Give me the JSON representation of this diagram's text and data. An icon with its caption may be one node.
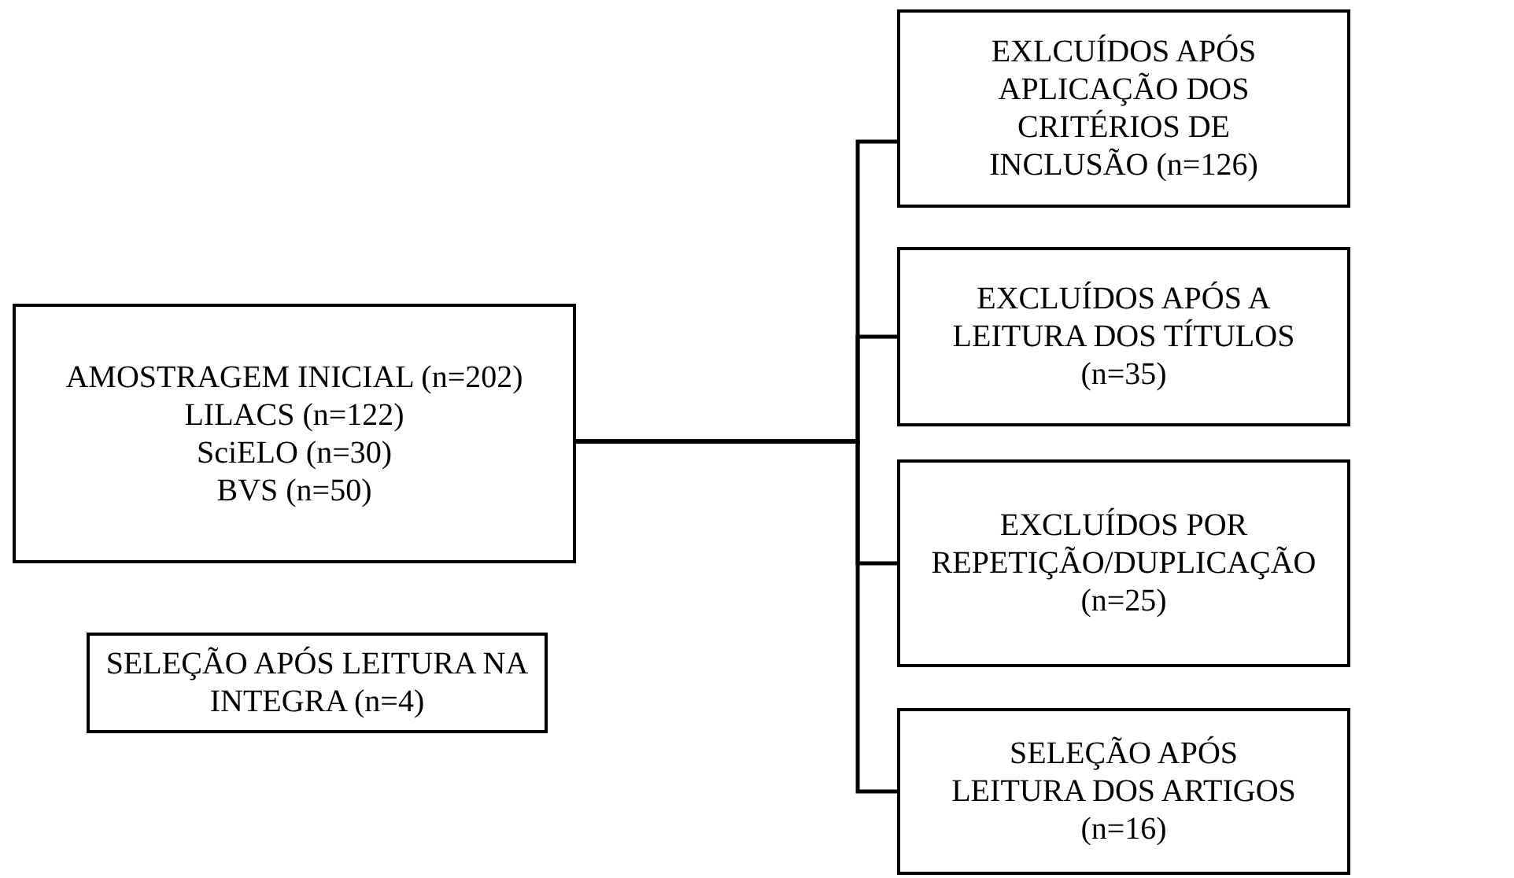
{
  "diagram": {
    "nodes": [
      {
        "text": [
          "AMOSTRAGEM INICIAL (n=202)",
          "LILACS (n=122)",
          "SciELO (n=30)",
          "BVS (n=50)"
        ]
      },
      {
        "text": [
          "EXLCUÍDOS APÓS APLICAÇÃO DOS CRITÉRIOS DE INCLUSÃO (n=126)"
        ]
      },
      {
        "text": [
          "EXCLUÍDOS APÓS A LEITURA DOS TÍTULOS (n=35)"
        ]
      },
      {
        "text": [
          "EXCLUÍDOS POR REPETIÇÃO/DUPLICAÇÃO (n=25)"
        ]
      },
      {
        "text": [
          "SELEÇÃO APÓS LEITURA DOS ARTIGOS (n=16)"
        ]
      },
      {
        "text": [
          "SELEÇÃO APÓS LEITURA NA INTEGRA (n=4)"
        ]
      }
    ],
    "edges": [
      {
        "from": 0,
        "to": 1,
        "arrow": "none"
      },
      {
        "from": 0,
        "to": 2,
        "arrow": "none"
      },
      {
        "from": 0,
        "to": 3,
        "arrow": "none"
      },
      {
        "from": 0,
        "to": 4,
        "arrow": "none"
      }
    ]
  }
}
